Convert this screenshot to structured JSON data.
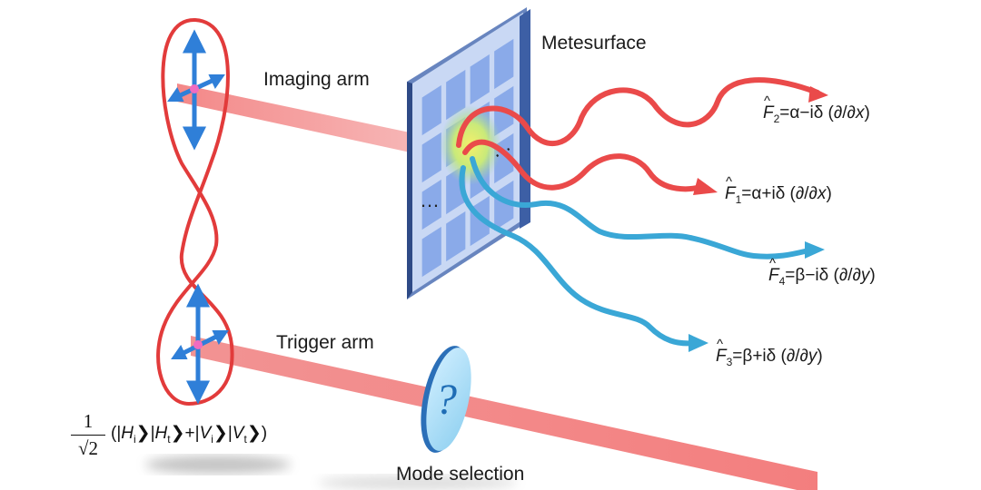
{
  "labels": {
    "metasurface": "Metesurface",
    "imaging_arm": "Imaging arm",
    "trigger_arm": "Trigger arm",
    "mode_selection": "Mode selection",
    "question_mark": "?",
    "ellipsis": "…"
  },
  "operators": [
    {
      "id": "f2",
      "hat": "^",
      "sym": "F",
      "sub": "2",
      "expr": "=α−iδ (∂/∂",
      "var": "x",
      "close": ")",
      "color": "#e8403f"
    },
    {
      "id": "f1",
      "hat": "^",
      "sym": "F",
      "sub": "1",
      "expr": "=α+iδ (∂/∂",
      "var": "x",
      "close": ")",
      "color": "#e8403f"
    },
    {
      "id": "f4",
      "hat": "^",
      "sym": "F",
      "sub": "4",
      "expr": "=β−iδ (∂/∂",
      "var": "y",
      "close": ")",
      "color": "#2f9fd0"
    },
    {
      "id": "f3",
      "hat": "^",
      "sym": "F",
      "sub": "3",
      "expr": "=β+iδ (∂/∂",
      "var": "y",
      "close": ")",
      "color": "#2f9fd0"
    }
  ],
  "state": {
    "numerator": "1",
    "denominator": "√2",
    "open": "(|",
    "h": "H",
    "i_sub": "i",
    "t_sub": "t",
    "v": "V",
    "ket_close": "❯",
    "bar": "|",
    "plus": "+|",
    "close": ")"
  },
  "colors": {
    "beam_red": "#ef6b6b",
    "beam_blue": "#3aa7d6",
    "lobe_red": "#e23b3b",
    "arrow_blue": "#2f7fd8",
    "panel_frame": "#5f86c8",
    "panel_cell": "#7fa2e6",
    "hotspot_yellow": "#f2ee7a",
    "hotspot_green": "#9ee08a"
  }
}
